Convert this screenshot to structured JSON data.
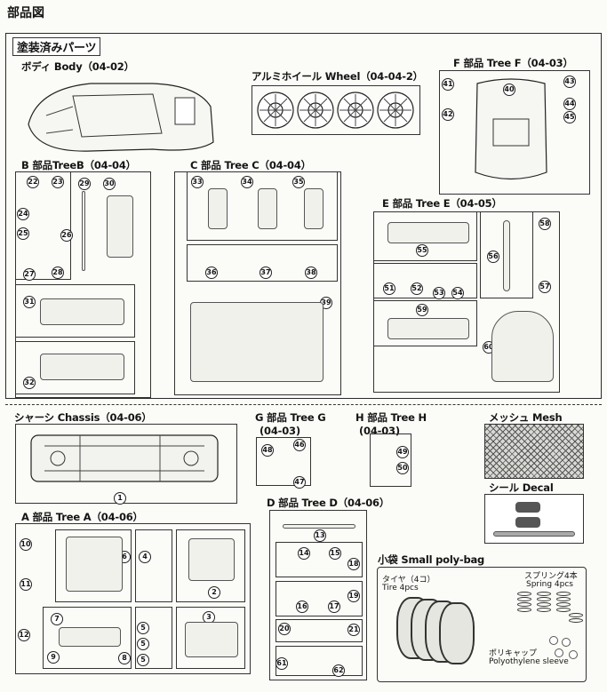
{
  "page": {
    "title": "部品図"
  },
  "painted": {
    "title": "塗装済みパーツ"
  },
  "sections": {
    "body": "ボディ Body（04-02）",
    "wheel": "アルミホイール Wheel（04-04-2）",
    "tree_f": "F 部品 Tree F（04-03）",
    "tree_b": "B 部品TreeB（04-04）",
    "tree_c": "C 部品 Tree C（04-04）",
    "tree_e": "E 部品 Tree E（04-05）",
    "chassis": "シャーシ Chassis（04-06）",
    "tree_g": "G 部品 Tree G",
    "tree_g_code": "(04-03)",
    "tree_h": "H 部品 Tree H",
    "tree_h_code": "(04-03)",
    "mesh": "メッシュ Mesh",
    "decal": "シール Decal",
    "tree_a": "A 部品 Tree A（04-06）",
    "tree_d": "D 部品 Tree D（04-06）",
    "polybag": "小袋 Small poly-bag"
  },
  "polybag": {
    "tire_jp": "タイヤ（4コ）",
    "tire_en": "Tire 4pcs",
    "spring_jp": "スプリング4本",
    "spring_en": "Spring 4pcs",
    "sleeve_jp": "ポリキャップ",
    "sleeve_en": "Polyothylene sleeve"
  },
  "numbers": {
    "n1": "1",
    "n2": "2",
    "n3": "3",
    "n4": "4",
    "n5": "5",
    "n6": "6",
    "n7": "7",
    "n8": "8",
    "n9": "9",
    "n10": "10",
    "n11": "11",
    "n12": "12",
    "n13": "13",
    "n14": "14",
    "n15": "15",
    "n16": "16",
    "n17": "17",
    "n18": "18",
    "n19": "19",
    "n20": "20",
    "n21": "21",
    "n22": "22",
    "n23": "23",
    "n24": "24",
    "n25": "25",
    "n26": "26",
    "n27": "27",
    "n28": "28",
    "n29": "29",
    "n30": "30",
    "n31": "31",
    "n32": "32",
    "n33": "33",
    "n34": "34",
    "n35": "35",
    "n36": "36",
    "n37": "37",
    "n38": "38",
    "n39": "39",
    "n40": "40",
    "n41": "41",
    "n42": "42",
    "n43": "43",
    "n44": "44",
    "n45": "45",
    "n46": "46",
    "n47": "47",
    "n48": "48",
    "n49": "49",
    "n50": "50",
    "n51": "51",
    "n52": "52",
    "n53": "53",
    "n54": "54",
    "n55": "55",
    "n56": "56",
    "n57": "57",
    "n58": "58",
    "n59": "59",
    "n60": "60",
    "n61": "61",
    "n62": "62"
  }
}
